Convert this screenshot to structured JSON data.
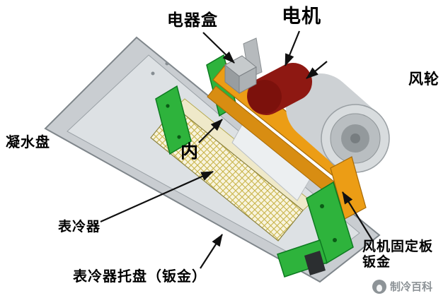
{
  "labels": {
    "electrical_box": "电器盒",
    "motor": "电机",
    "fan_wheel": "风轮",
    "condensate_pan": "凝水盘",
    "inner": "内",
    "surface_cooler": "表冷器",
    "cooler_tray": "表冷器托盘（钣金）",
    "fan_plate_line1": "风机固定板",
    "fan_plate_line2": "钣金",
    "watermark": "制冷百科"
  },
  "colors": {
    "pan_outer": "#c9cdd1",
    "pan_inner": "#dde1e4",
    "bracket_green": "#2eb33c",
    "frame_orange": "#ec9d15",
    "frame_orange_dark": "#d88d12",
    "motor_red": "#8e1812",
    "fan_gray": "#cdd1d4",
    "mesh_gold": "#c9b44a",
    "arrow": "#101010",
    "watermark_gray": "#8d9397"
  }
}
